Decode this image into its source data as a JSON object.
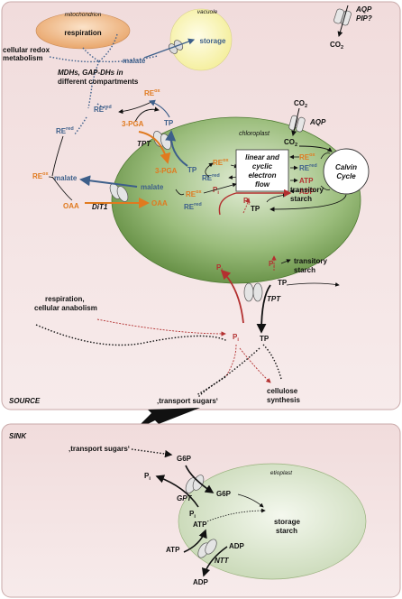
{
  "source": {
    "panel_label": "SOURCE",
    "mitochondrion": {
      "name": "mitochondrion",
      "process": "respiration"
    },
    "vacuole": {
      "name": "vacuole",
      "process": "storage"
    },
    "chloroplast": {
      "name": "chloroplast"
    },
    "labels": {
      "cellular_redox": "cellular redox",
      "metabolism": "metabolism",
      "malate_top": "malate",
      "mdh_line1": "MDHs, GAP-DHs in",
      "mdh_line2": "different compartments",
      "re": "RE",
      "ox": "ox",
      "red": "red",
      "tp": "TP",
      "tpt": "TPT",
      "pga": "3-PGA",
      "malate": "malate",
      "oaa": "OAA",
      "dit1": "DiT1",
      "aqp": "AQP",
      "aqp_pip": "AQP",
      "pip": "PIP?",
      "co2": "CO",
      "sub2": "2",
      "flow_line1": "linear and",
      "flow_line2": "cyclic",
      "flow_line3": "electron",
      "flow_line4": "flow",
      "atp": "ATP",
      "adp": "ADP",
      "calvin1": "Calvin",
      "calvin2": "Cycle",
      "pi": "P",
      "pi_sub": "i",
      "transitory1": "transitory",
      "transitory2": "starch",
      "respiration1": "respiration,",
      "respiration2": "cellular anabolism",
      "cellulose1": "cellulose",
      "cellulose2": "synthesis",
      "transport_sugars": "‚transport sugars‘"
    }
  },
  "sink": {
    "panel_label": "SINK",
    "etioplast": "etioplast",
    "transport_sugars": "‚transport sugars‘",
    "g6p": "G6P",
    "gpt": "GPT",
    "pi": "P",
    "pi_sub": "i",
    "atp": "ATP",
    "adp": "ADP",
    "ntt": "NTT",
    "storage1": "storage",
    "storage2": "starch"
  },
  "colors": {
    "panel_bg": "#ecd2d2",
    "mito": "#eeb989",
    "vacuole": "#fbf7bd",
    "chloroplast": "#6f9a4c",
    "etioplast": "#d6e2c8",
    "orange": "#e07a1f",
    "blue": "#3d5f8a",
    "red": "#b33030"
  }
}
